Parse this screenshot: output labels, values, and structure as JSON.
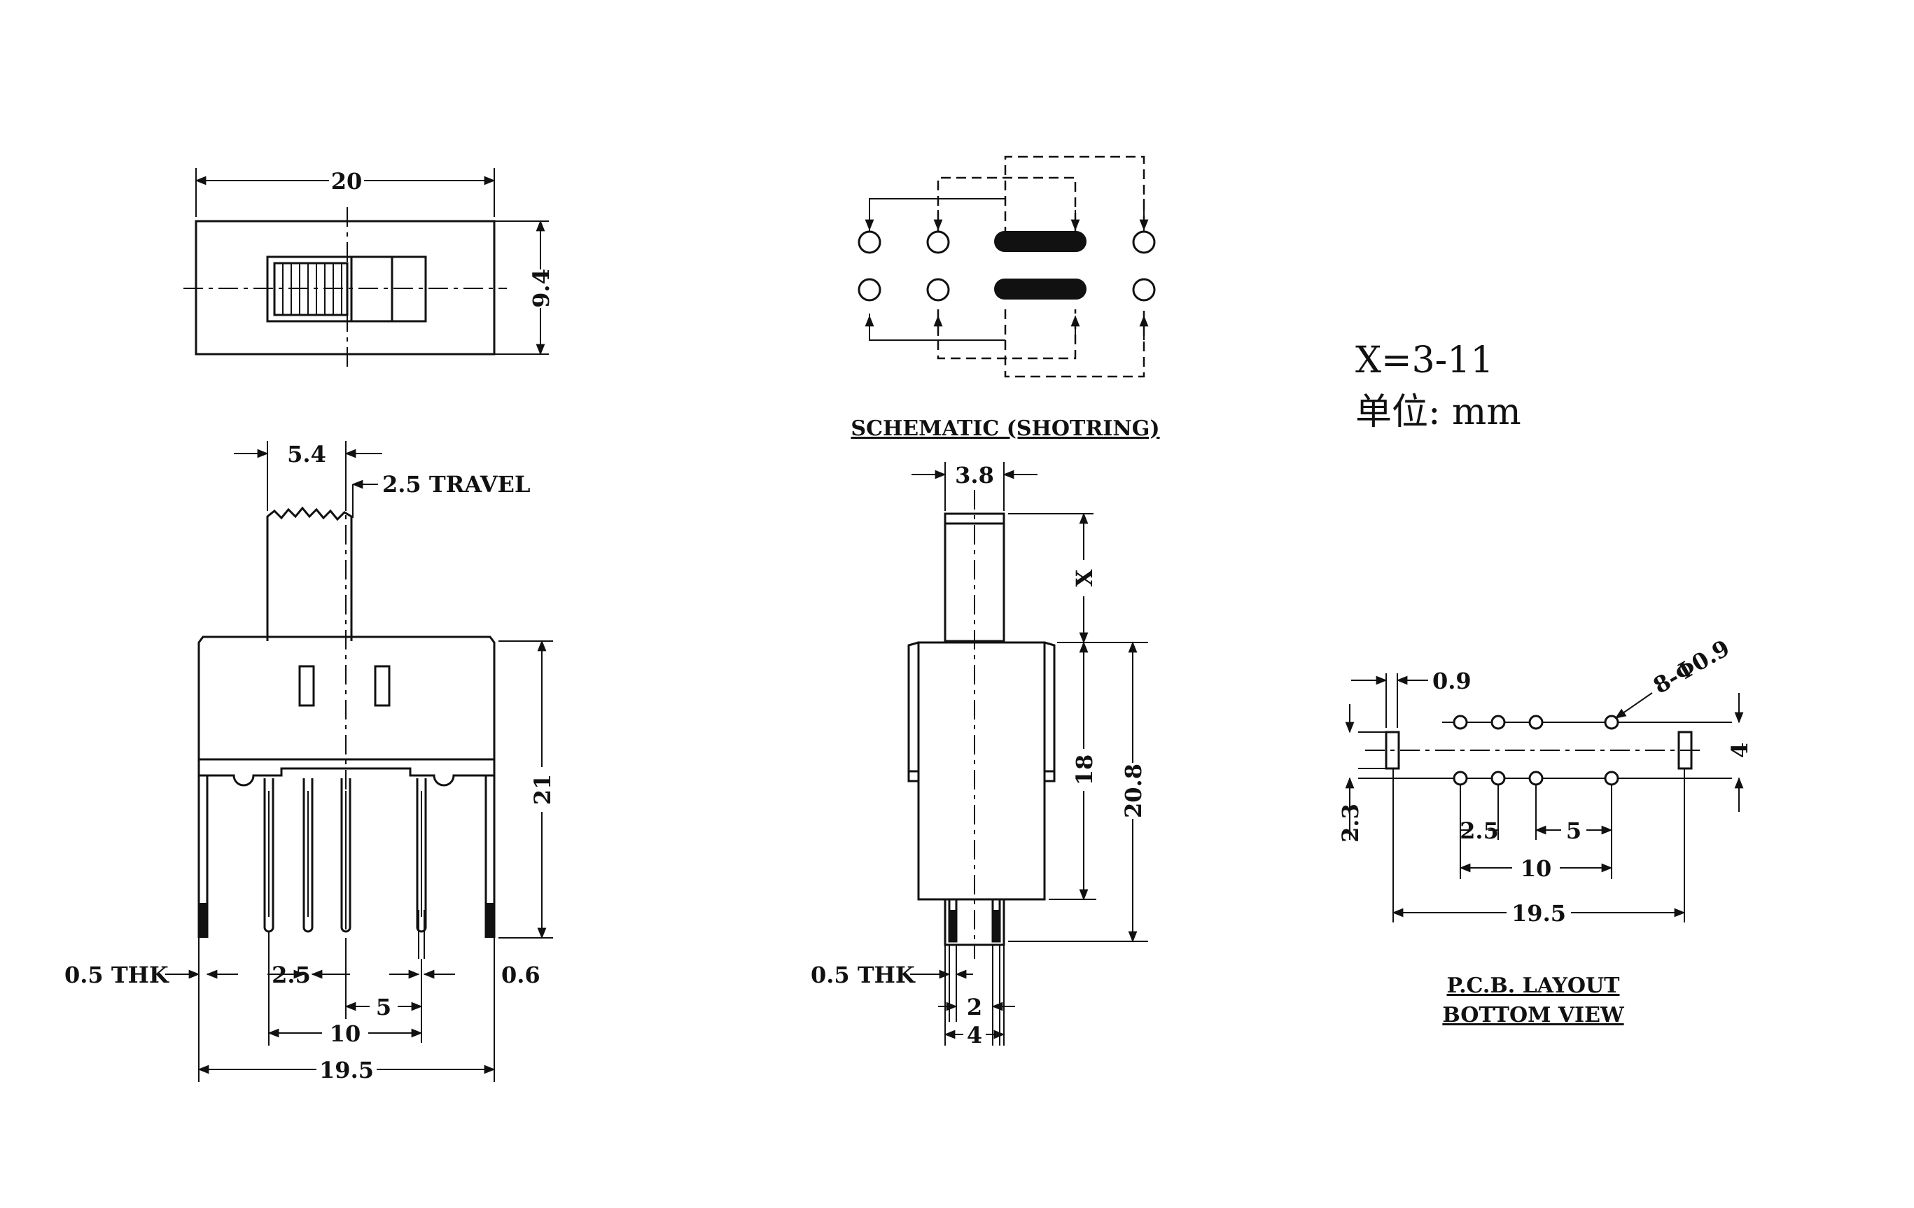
{
  "notes": {
    "x_range": "X=3-11",
    "unit": "单位: mm"
  },
  "top_view": {
    "width": "20",
    "height": "9.4"
  },
  "front_view": {
    "actuator_width": "5.4",
    "travel": "2.5 TRAVEL",
    "height": "21",
    "thickness": "0.5 THK",
    "pitch_small": "2.5",
    "pitch_large": "5",
    "pin_width": "0.6",
    "span_10": "10",
    "span_19_5": "19.5"
  },
  "schematic": {
    "title": "SCHEMATIC (SHOTRING)"
  },
  "side_view": {
    "actuator_width": "3.8",
    "actuator_height": "X",
    "body_height": "18",
    "total_height": "20.8",
    "thickness": "0.5 THK",
    "pin_gap": "2",
    "pin_span": "4"
  },
  "pcb_layout": {
    "slot_width": "0.9",
    "holes": "8-Φ0.9",
    "row_pitch": "4",
    "offset": "2.3",
    "pitch_small": "2.5",
    "pitch_large": "5",
    "span_10": "10",
    "span_19_5": "19.5",
    "title_line1": "P.C.B. LAYOUT",
    "title_line2": "BOTTOM VIEW"
  }
}
